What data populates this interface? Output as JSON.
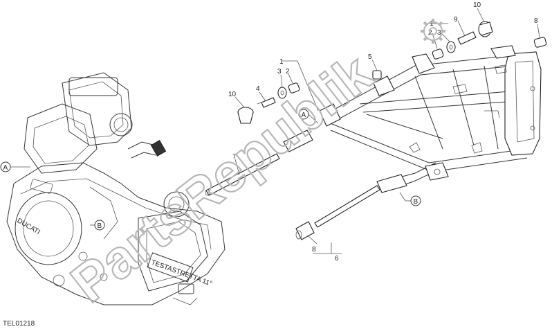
{
  "drawing_code": "TEL01218",
  "watermark": "PartsRepublik",
  "callouts": {
    "c1": "1",
    "c2a": "2",
    "c3a": "3",
    "c4": "4",
    "c5": "5",
    "c6": "6",
    "c7": "7",
    "c8a": "8",
    "c8b": "8",
    "c9": "9",
    "c10a": "10",
    "c10b": "10",
    "c1b": "1",
    "c2b": "2",
    "c3b": "3"
  },
  "refs": {
    "a_left": "A",
    "a_mid": "A",
    "b_left": "B",
    "b_right": "B"
  },
  "engine_text": {
    "brand": "DUCATI",
    "plate": "TESTASTRETTA 11°"
  }
}
